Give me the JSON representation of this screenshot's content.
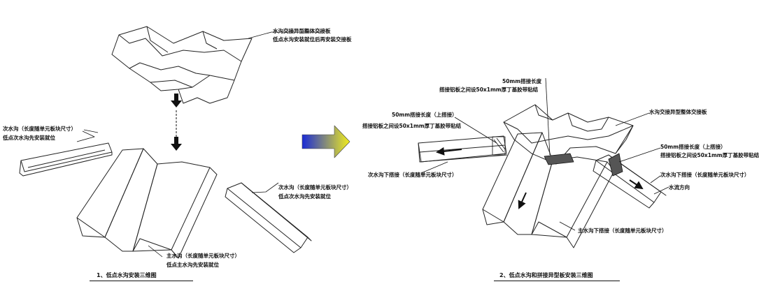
{
  "left_panel": {
    "top_label_1": "水沟交接异型整体交接板",
    "top_label_2": "低点水沟安装就位后再安装交接板",
    "left_label_1": "次水沟（长度随单元板块尺寸）",
    "left_label_2": "低点次水沟先安装就位",
    "right_label_1": "次水沟（长度随单元板块尺寸）",
    "right_label_2": "低点次水沟先安装就位",
    "bottom_label_1": "主水沟（长度随单元板块尺寸）",
    "bottom_label_2": "低点主水沟先安装就位",
    "caption": "1、低点水沟安装三维图"
  },
  "right_panel": {
    "overlap_top_1": "50mm搭接长度",
    "overlap_top_2": "搭接铝板之间设50x1mm厚丁基胶带粘结",
    "overlap_left_1": "50mm搭接长度（上搭接）",
    "overlap_left_2": "搭接铝板之间设50x1mm厚丁基胶带粘结",
    "joint_plate": "水沟交接异型整体交接板",
    "overlap_right_1": "50mm搭接长度（上搭接）",
    "overlap_right_2": "搭接铝板之间设50x1mm厚丁基胶带粘结",
    "sub_gutter_left": "次水沟下搭接（长度随单元板块尺寸）",
    "sub_gutter_right": "次水沟下搭接（长度随单元板块尺寸）",
    "flow_direction": "水流方向",
    "main_gutter": "主水沟下搭接（长度随单元板块尺寸）",
    "caption": "2、低点水沟和拼接异型板安装三维图"
  },
  "colors": {
    "arrow_gradient_start": "#1a2bd6",
    "arrow_gradient_end": "#f2ee1c"
  }
}
